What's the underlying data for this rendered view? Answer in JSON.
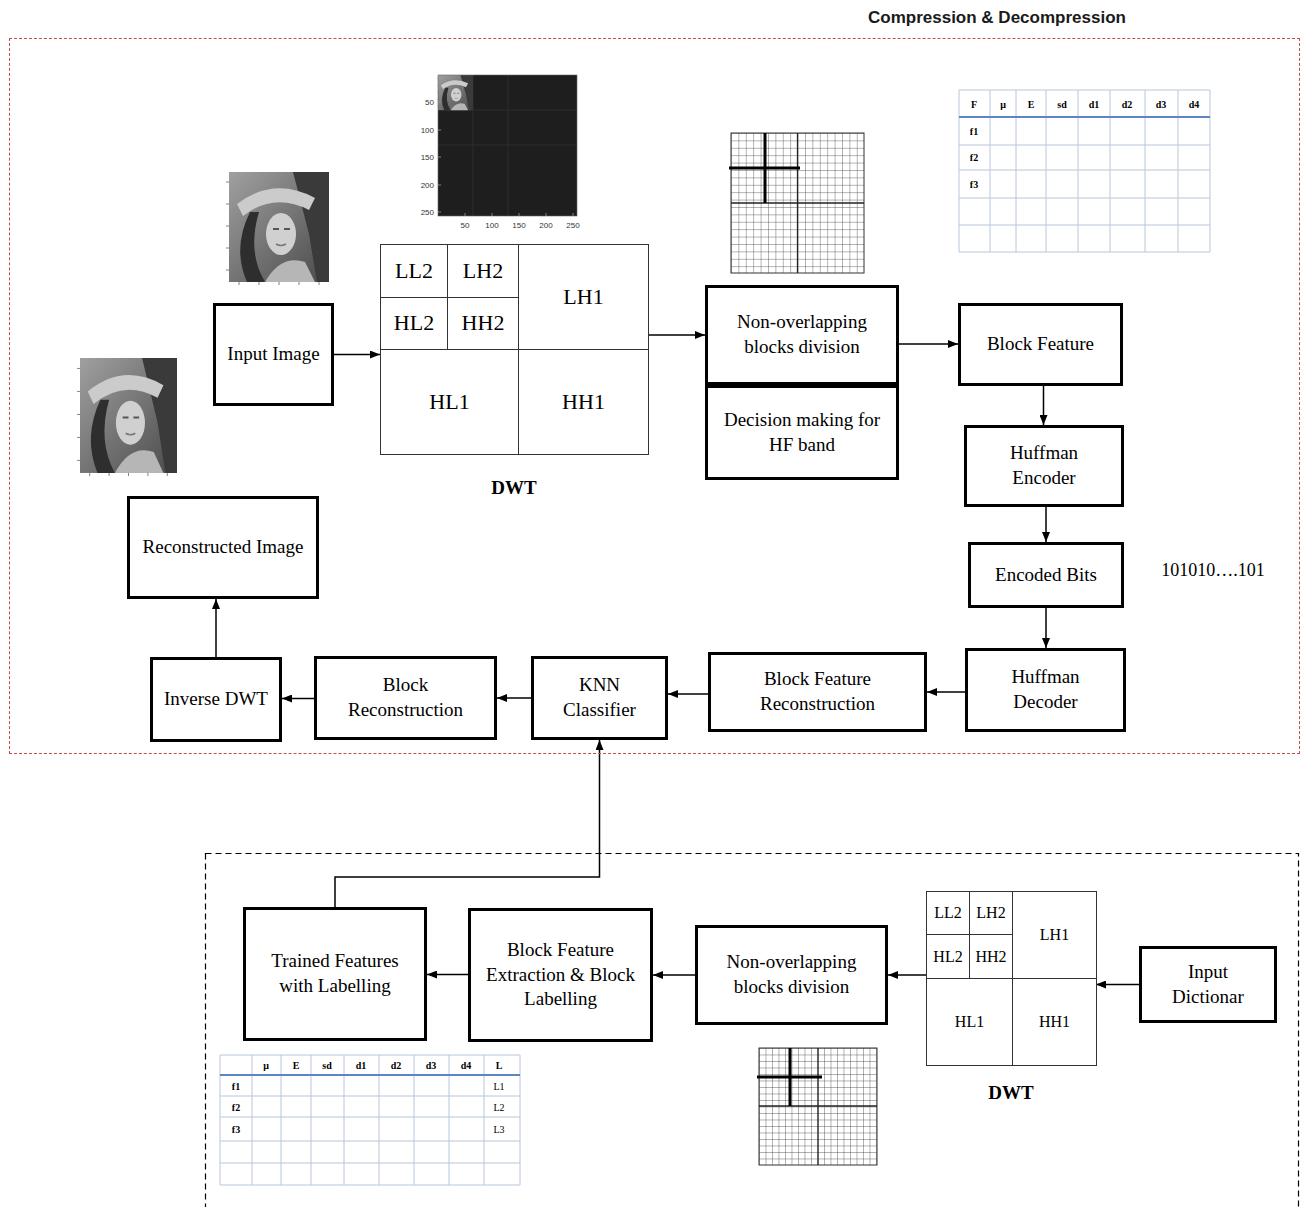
{
  "diagram": {
    "nodes": [
      {
        "text": [
          "Compression & Decompression"
        ]
      },
      {
        "text": [
          "Input Image"
        ],
        "in": 0
      },
      {
        "text": [
          "DWT"
        ],
        "in": 0
      },
      {
        "text": [
          "LL2"
        ],
        "in": 2
      },
      {
        "text": [
          "LH2"
        ],
        "in": 2
      },
      {
        "text": [
          "HL2"
        ],
        "in": 2
      },
      {
        "text": [
          "HH2"
        ],
        "in": 2
      },
      {
        "text": [
          "LH1"
        ],
        "in": 2
      },
      {
        "text": [
          "HL1"
        ],
        "in": 2
      },
      {
        "text": [
          "HH1"
        ],
        "in": 2
      },
      {
        "text": [
          "Non-overlapping blocks division"
        ],
        "in": 0
      },
      {
        "text": [
          "Decision making for HF band"
        ],
        "in": 0
      },
      {
        "text": [
          "Block Feature"
        ],
        "in": 0
      },
      {
        "text": [
          "Huffman Encoder"
        ],
        "in": 0
      },
      {
        "text": [
          "Encoded Bits"
        ],
        "in": 0
      },
      {
        "text": [
          "Huffman Decoder"
        ],
        "in": 0
      },
      {
        "text": [
          "Block Feature Reconstruction"
        ],
        "in": 0
      },
      {
        "text": [
          "KNN Classifier"
        ],
        "in": 0
      },
      {
        "text": [
          "Block Reconstruction"
        ],
        "in": 0
      },
      {
        "text": [
          "Inverse DWT"
        ],
        "in": 0
      },
      {
        "text": [
          "Reconstructed Image"
        ],
        "in": 0
      },
      {
        "text": [
          "Trained Features with Labelling"
        ]
      },
      {
        "text": [
          "Block Feature Extraction & Block Labelling"
        ]
      },
      {
        "text": [
          "Non-overlapping blocks division"
        ]
      },
      {
        "text": [
          "DWT"
        ]
      },
      {
        "text": [
          "LL2"
        ],
        "in": 24
      },
      {
        "text": [
          "LH2"
        ],
        "in": 24
      },
      {
        "text": [
          "HL2"
        ],
        "in": 24
      },
      {
        "text": [
          "HH2"
        ],
        "in": 24
      },
      {
        "text": [
          "LH1"
        ],
        "in": 24
      },
      {
        "text": [
          "HL1"
        ],
        "in": 24
      },
      {
        "text": [
          "HH1"
        ],
        "in": 24
      },
      {
        "text": [
          "Input Dictionar"
        ]
      }
    ],
    "edges": [
      {
        "from": 1,
        "to": 2,
        "arrow": "to"
      },
      {
        "from": 2,
        "to": 10,
        "arrow": "to"
      },
      {
        "from": 10,
        "to": 12,
        "arrow": "to"
      },
      {
        "from": 12,
        "to": 13,
        "arrow": "to"
      },
      {
        "from": 13,
        "to": 14,
        "arrow": "to"
      },
      {
        "from": 14,
        "to": 15,
        "arrow": "to"
      },
      {
        "from": 15,
        "to": 16,
        "arrow": "to"
      },
      {
        "from": 16,
        "to": 17,
        "arrow": "to"
      },
      {
        "from": 17,
        "to": 18,
        "arrow": "to"
      },
      {
        "from": 18,
        "to": 19,
        "arrow": "to"
      },
      {
        "from": 19,
        "to": 20,
        "arrow": "to"
      },
      {
        "from": 21,
        "to": 17,
        "arrow": "to"
      },
      {
        "from": 32,
        "to": 24,
        "arrow": "to"
      },
      {
        "from": 24,
        "to": 23,
        "arrow": "to"
      },
      {
        "from": 23,
        "to": 22,
        "arrow": "to"
      },
      {
        "from": 22,
        "to": 21,
        "arrow": "to"
      }
    ],
    "labels": [
      "101010….101",
      "50",
      "100",
      "150",
      "200",
      "250",
      "50",
      "100",
      "150",
      "200",
      "250",
      "F",
      "μ",
      "E",
      "sd",
      "d1",
      "d2",
      "d3",
      "d4",
      "f1",
      "f2",
      "f3",
      "μ",
      "E",
      "sd",
      "d1",
      "d2",
      "d3",
      "d4",
      "L",
      "f1",
      "L1",
      "f2",
      "L2",
      "f3",
      "L3"
    ]
  }
}
